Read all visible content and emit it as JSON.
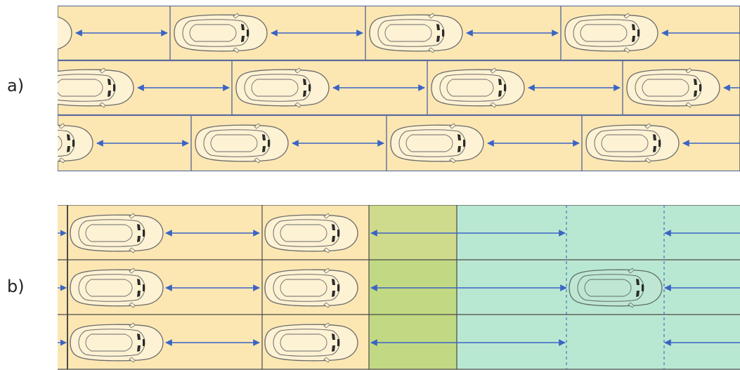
{
  "labels": {
    "a": "a)",
    "b": "b)"
  },
  "colors": {
    "lane": "#fce7b3",
    "lane_border": "#4a4a4a",
    "cell_divider": "#5a6a9a",
    "arrow": "#3b64c4",
    "transition_zone": "#cfdb8c",
    "transition_zone_dark": "#b7d77a",
    "green_zone": "#b9e8d2",
    "green_divider": "#4a6fc0",
    "car_outline": "#6b6b6b",
    "car_window": "#2b2b2b"
  },
  "diagram_a": {
    "lanes": [
      {
        "cars": 4,
        "cell_offset": "a0"
      },
      {
        "cars": 4,
        "cell_offset": "a1"
      },
      {
        "cars": 4,
        "cell_offset": "a2"
      }
    ]
  },
  "diagram_b": {
    "lanes": 3,
    "cars_per_lane_queue": 2,
    "zones": [
      "queue",
      "transition",
      "free"
    ],
    "free_zone_car_lane": 2
  }
}
